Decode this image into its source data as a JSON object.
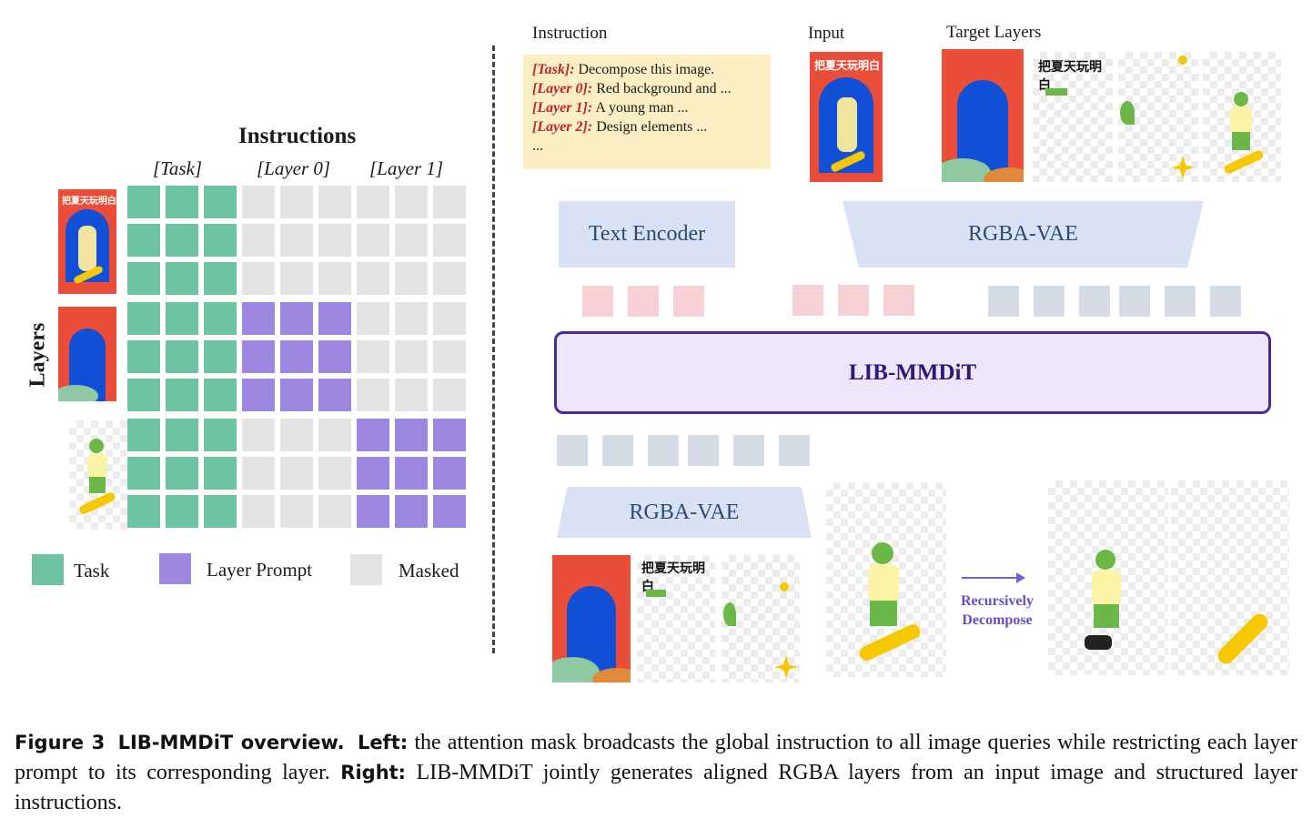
{
  "left": {
    "title": "Instructions",
    "col_labels": [
      "[Task]",
      "[Layer 0]",
      "[Layer 1]"
    ],
    "row_axis_label": "Layers",
    "legend": [
      {
        "label": "Task",
        "color": "#6cc4a1"
      },
      {
        "label": "Layer Prompt",
        "color": "#9c86e0"
      },
      {
        "label": "Masked",
        "color": "#e3e3e3"
      }
    ],
    "grid": [
      [
        "T",
        "T",
        "T",
        "M",
        "M",
        "M",
        "M",
        "M",
        "M"
      ],
      [
        "T",
        "T",
        "T",
        "M",
        "M",
        "M",
        "M",
        "M",
        "M"
      ],
      [
        "T",
        "T",
        "T",
        "M",
        "M",
        "M",
        "M",
        "M",
        "M"
      ],
      [
        "T",
        "T",
        "T",
        "L",
        "L",
        "L",
        "M",
        "M",
        "M"
      ],
      [
        "T",
        "T",
        "T",
        "L",
        "L",
        "L",
        "M",
        "M",
        "M"
      ],
      [
        "T",
        "T",
        "T",
        "L",
        "L",
        "L",
        "M",
        "M",
        "M"
      ],
      [
        "T",
        "T",
        "T",
        "M",
        "M",
        "M",
        "L",
        "L",
        "L"
      ],
      [
        "T",
        "T",
        "T",
        "M",
        "M",
        "M",
        "L",
        "L",
        "L"
      ],
      [
        "T",
        "T",
        "T",
        "M",
        "M",
        "M",
        "L",
        "L",
        "L"
      ]
    ]
  },
  "right": {
    "instruction_label": "Instruction",
    "input_label": "Input",
    "target_label": "Target Layers",
    "instruction_lines": [
      {
        "tag": "[Task]:",
        "text": "Decompose this image."
      },
      {
        "tag": "[Layer 0]:",
        "text": "Red background and ..."
      },
      {
        "tag": "[Layer 1]:",
        "text": "A young man ..."
      },
      {
        "tag": "[Layer 2]:",
        "text": "Design elements ..."
      },
      {
        "tag": "",
        "text": "..."
      }
    ],
    "text_encoder": "Text Encoder",
    "rgba_vae_top": "RGBA-VAE",
    "model": "LIB-MMDiT",
    "rgba_vae_bottom": "RGBA-VAE",
    "recursive": "Recursively Decompose",
    "poster_title": "把夏天玩明白"
  },
  "caption": {
    "figure": "Figure 3",
    "title": "LIB-MMDiT overview.",
    "left_label": "Left:",
    "left_text": "the attention mask broadcasts the global instruction to all image queries while restricting each layer prompt to its corresponding layer.",
    "right_label": "Right:",
    "right_text": "LIB-MMDiT jointly generates aligned RGBA layers from an input image and structured layer instructions."
  },
  "colors": {
    "task": "#6cc4a1",
    "layer_prompt": "#9c86e0",
    "masked": "#e3e3e3",
    "text_token": "#f7d0d6",
    "image_token": "#d5dce6",
    "vae_box": "#d8e2f4",
    "model_fill": "#ece6f8",
    "model_border": "#4b2b9a",
    "instruction_bg": "#fcefc4",
    "tag_red": "#c0232b",
    "poster_red": "#ea4d38",
    "poster_blue": "#1150d6",
    "arrow_purple": "#7b5fcf"
  }
}
